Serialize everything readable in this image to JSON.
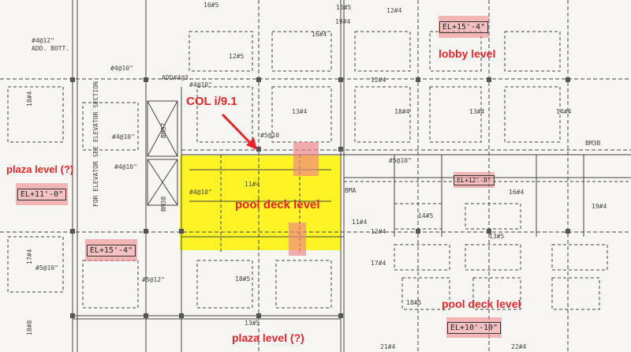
{
  "annotations": {
    "col_label": "COL i/9.1",
    "lobby_level": "lobby level",
    "plaza_level_left": "plaza level (?)",
    "pool_deck_center": "pool deck level",
    "pool_deck_bottom": "pool deck level",
    "plaza_level_bottom": "plaza level (?)"
  },
  "elevations": {
    "top_right": "EL+15'-4\"",
    "left": "EL+11'-0\"",
    "left_lower": "EL+15'-4\"",
    "mid_right": "EL+12'-9\"",
    "bottom_right": "EL+10'-10\""
  },
  "drawing_labels": {
    "l1": "#4@12\"",
    "l2": "ADD. BOTT.",
    "l3": "#4@10\"",
    "l4": "ADD#4@3",
    "l5": "#4@10\"",
    "l6": "#4@10\"",
    "l7": "#4@10\"",
    "l8": "#4@10\"",
    "l9": "11#4",
    "l10": "#5@10",
    "l11": "16#5",
    "l12": "16#4",
    "l13": "12#4",
    "l14": "13#4",
    "l15": "18#4",
    "l16": "13#4",
    "l17": "14#4",
    "l18": "BM3B",
    "l19": "BMA",
    "l20": "#5@10\"",
    "l21": "11#4",
    "l22": "14#5",
    "l23": "18#5",
    "l24": "13#5",
    "l25": "12#4",
    "l26": "16#4",
    "l27": "19#4",
    "l28": "22#4",
    "l29": "21#4",
    "l30": "17#4",
    "l31": "#5@10\"",
    "l32": "#5@12\"",
    "l33": "18#5",
    "l34": "13#5",
    "l35": "12#5",
    "l36": "16#5",
    "l37": "19#4",
    "l38": "12#4",
    "l39": "BM38",
    "l40": "BM37"
  },
  "vertical_labels": {
    "v1": "FOR ELEVATOR SEE ELEVATOR SECTION",
    "v2": "18#4",
    "v3": "17#4",
    "v4": "18#8"
  },
  "colors": {
    "pool_deck_fill": "#fff200",
    "annotation_red": "#e8242a",
    "elevation_box": "#f08287",
    "line": "#333333",
    "paper": "#f7f6f2"
  }
}
